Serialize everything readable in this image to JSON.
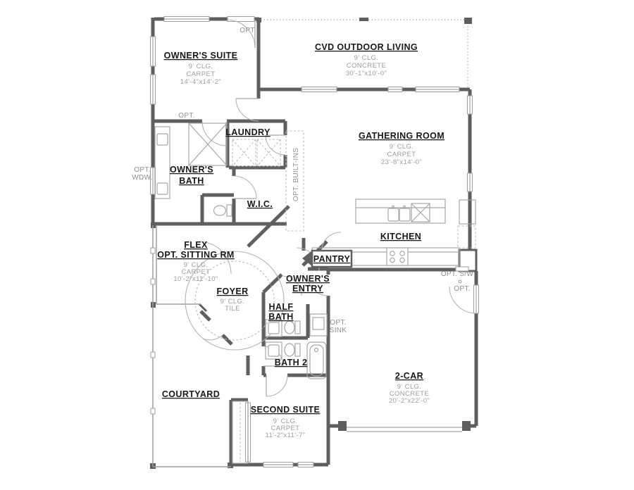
{
  "plan": {
    "rooms": {
      "owners_suite": {
        "name": "OWNER'S SUITE",
        "ceil": "9' CLG.",
        "floor": "CARPET",
        "size": "14'-4\"x14'-2\""
      },
      "outdoor_living": {
        "name": "CVD OUTDOOR LIVING",
        "ceil": "9' CLG.",
        "floor": "CONCRETE",
        "size": "30'-1\"x10'-0\""
      },
      "gathering": {
        "name": "GATHERING ROOM",
        "ceil": "9' CLG.",
        "floor": "CARPET",
        "size": "23'-8\"x14'-0\""
      },
      "laundry": {
        "name": "LAUNDRY"
      },
      "owners_bath": {
        "name1": "OWNER'S",
        "name2": "BATH"
      },
      "wic": {
        "name": "W.I.C."
      },
      "flex": {
        "name1": "FLEX",
        "name2": "OPT. SITTING RM",
        "ceil": "9' CLG.",
        "floor": "CARPET",
        "size": "10'-2\"x11'-10\""
      },
      "foyer": {
        "name": "FOYER",
        "ceil": "9' CLG.",
        "floor": "TILE"
      },
      "kitchen": {
        "name": "KITCHEN"
      },
      "pantry": {
        "name": "PANTRY"
      },
      "owners_entry": {
        "name1": "OWNER'S",
        "name2": "ENTRY"
      },
      "half_bath": {
        "name1": "HALF",
        "name2": "BATH"
      },
      "bath2": {
        "name": "BATH 2"
      },
      "garage": {
        "name": "2-CAR",
        "ceil": "9' CLG.",
        "floor": "CONCRETE",
        "size": "20'-2\"x22'-0\""
      },
      "courtyard": {
        "name": "COURTYARD"
      },
      "second_suite": {
        "name": "SECOND SUITE",
        "ceil": "9' CLG.",
        "floor": "CARPET",
        "size": "11'-2\"x11'-7\""
      }
    },
    "options": {
      "top_door": "OPT.",
      "suite_door": "OPT.",
      "wdw1": "OPT.",
      "wdw2": "WDW.",
      "builtins": "OPT. BUILT-INS",
      "sw": "OPT. S/W",
      "garage_door": "OPT.",
      "sink1": "OPT.",
      "sink2": "SINK"
    },
    "colors": {
      "wall": "#5f5f5f",
      "text_dark": "#181818",
      "text_gray": "#9c9c9c"
    }
  }
}
